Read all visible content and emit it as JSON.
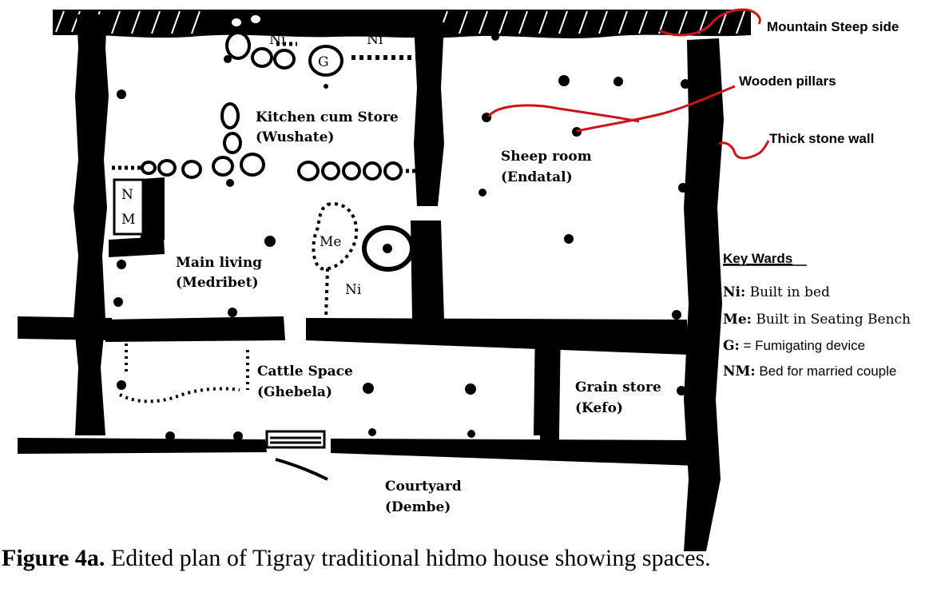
{
  "rooms": {
    "kitchen": [
      "Kitchen cum Store",
      "(Wushate)"
    ],
    "sheep": [
      "Sheep room",
      "(Endatal)"
    ],
    "living": [
      "Main living",
      "(Medribet)"
    ],
    "cattle": [
      "Cattle Space",
      "(Ghebela)"
    ],
    "grain": [
      "Grain store",
      "(Kefo)"
    ],
    "courtyard": [
      "Courtyard",
      "(Dembe)"
    ]
  },
  "plan_codes": {
    "ni_left": "Ni",
    "ni_right": "Ni",
    "g": "G",
    "nm_n": "N",
    "nm_m": "M",
    "me": "Me",
    "ni_bench": "Ni"
  },
  "annotations": {
    "mountain": "Mountain Steep side",
    "pillars": "Wooden pillars",
    "wall": "Thick stone wall"
  },
  "key": {
    "title": "Key Wards",
    "items": [
      {
        "code": "Ni:",
        "text": " Built in bed",
        "style": "serif"
      },
      {
        "code": "Me:",
        "text": " Built in Seating Bench",
        "style": "serif"
      },
      {
        "code": "G:",
        "text": " = Fumigating device",
        "style": "sans"
      },
      {
        "code": "NM:",
        "text": " Bed for married couple",
        "style": "sans"
      }
    ]
  },
  "caption": {
    "label": "Figure 4a.",
    "text": " Edited plan of Tigray traditional hidmo house showing spaces."
  },
  "colors": {
    "ink": "#000000",
    "annotation_line": "#d0121b",
    "paper": "#ffffff"
  }
}
